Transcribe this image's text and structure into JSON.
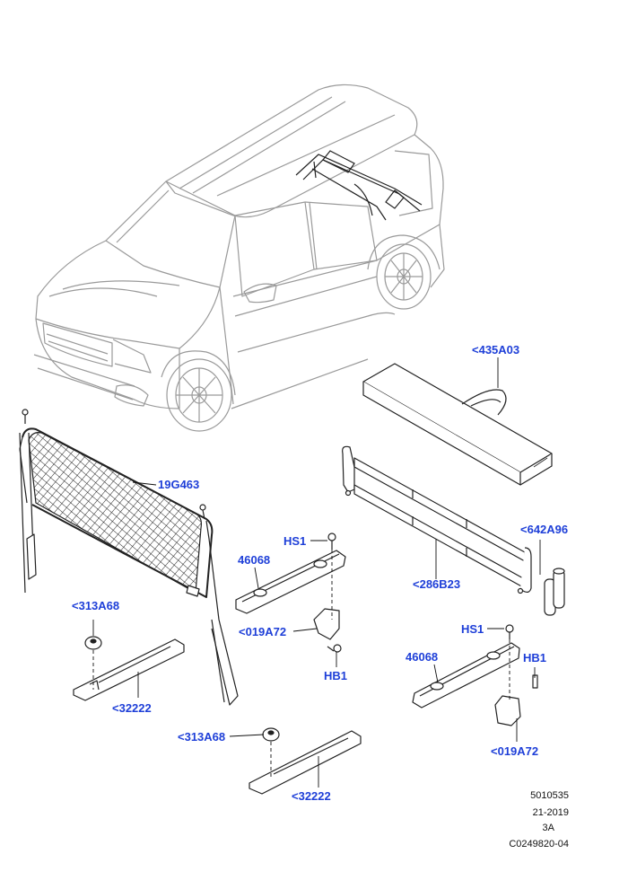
{
  "diagram": {
    "callouts": {
      "c435A03": "<435A03",
      "c19G463": "19G463",
      "c642A96": "<642A96",
      "c286B23": "<286B23",
      "cHS1_left": "HS1",
      "c46068_left": "46068",
      "c019A72_left": "<019A72",
      "cHB1_left": "HB1",
      "c313A68_top": "<313A68",
      "c32222_top": "<32222",
      "cHS1_right": "HS1",
      "c46068_right": "46068",
      "cHB1_right": "HB1",
      "c019A72_right": "<019A72",
      "c313A68_bottom": "<313A68",
      "c32222_bottom": "<32222"
    },
    "meta": {
      "code": "5010535",
      "year": "21-2019",
      "revision": "3A",
      "reference": "C0249820-04"
    }
  },
  "colors": {
    "callout": "#1e3fd8",
    "vehicle_line": "#9a9a9a",
    "part_line": "#222222",
    "leader": "#111111"
  }
}
